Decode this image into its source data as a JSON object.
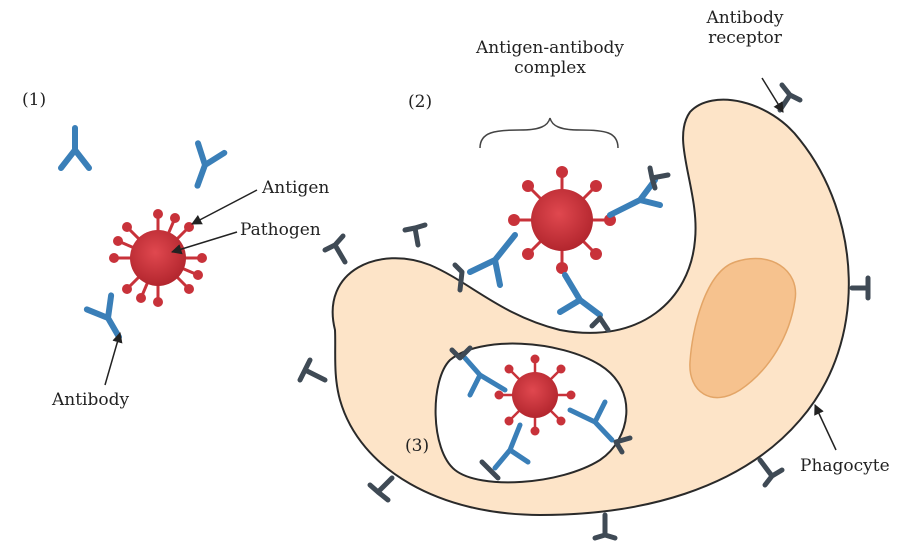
{
  "labels": {
    "step1": "(1)",
    "step2": "(2)",
    "step3": "(3)",
    "antigen": "Antigen",
    "pathogen": "Pathogen",
    "antibody": "Antibody",
    "complex_line1": "Antigen-antibody",
    "complex_line2": "complex",
    "receptor_line1": "Antibody",
    "receptor_line2": "receptor",
    "phagocyte": "Phagocyte"
  },
  "colors": {
    "pathogen": "#c8323a",
    "antibody": "#3a7fb8",
    "receptor": "#3f4a55",
    "phagocyte_fill": "#fde4c8",
    "phagocyte_stroke": "#2a2a2a",
    "nucleus": "#f6c28e"
  }
}
